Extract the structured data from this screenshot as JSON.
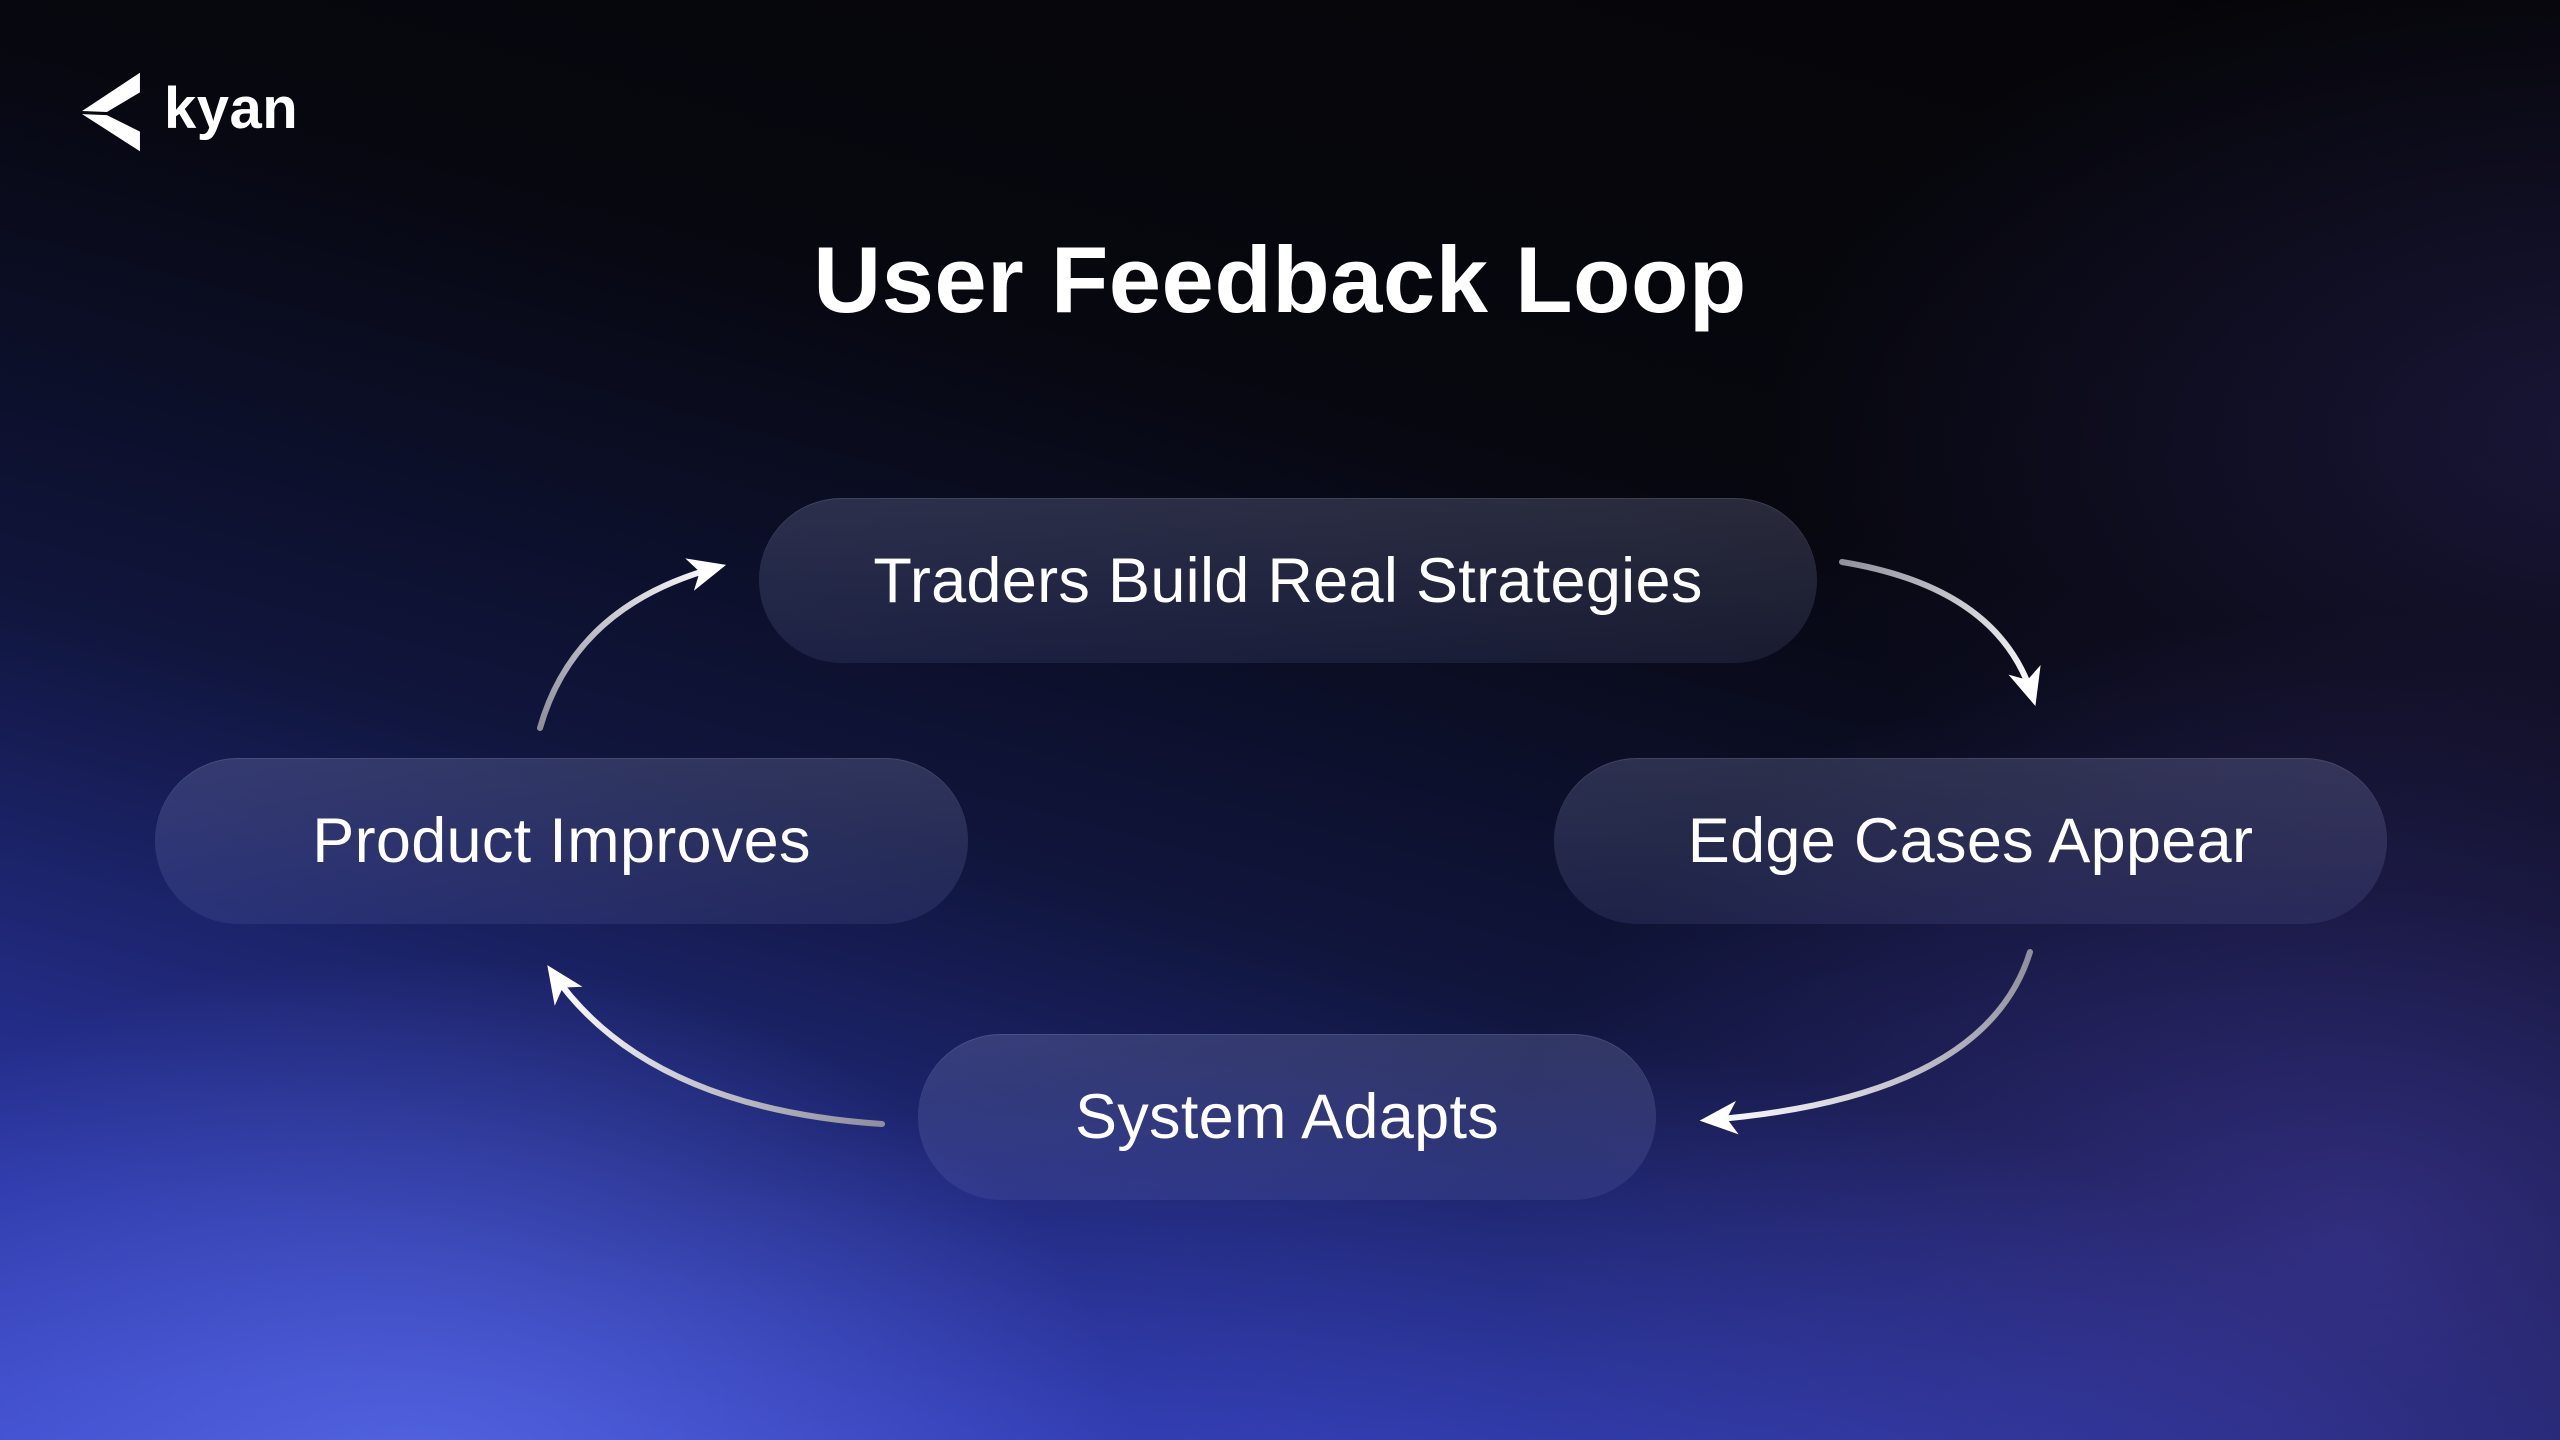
{
  "brand": {
    "name": "kyan"
  },
  "title": "User Feedback Loop",
  "diagram": {
    "type": "cycle",
    "direction": "clockwise",
    "nodes": [
      {
        "id": "traders-build-real-strategies",
        "label": "Traders Build Real Strategies",
        "position": "top"
      },
      {
        "id": "edge-cases-appear",
        "label": "Edge Cases Appear",
        "position": "right"
      },
      {
        "id": "system-adapts",
        "label": "System Adapts",
        "position": "bottom"
      },
      {
        "id": "product-improves",
        "label": "Product Improves",
        "position": "left"
      }
    ],
    "edges": [
      {
        "from": "traders-build-real-strategies",
        "to": "edge-cases-appear"
      },
      {
        "from": "edge-cases-appear",
        "to": "system-adapts"
      },
      {
        "from": "system-adapts",
        "to": "product-improves"
      },
      {
        "from": "product-improves",
        "to": "traders-build-real-strategies"
      }
    ]
  },
  "colors": {
    "background_top": "#060609",
    "background_bottom_glow": "#4a58ee",
    "node_fill": "rgba(165,175,235,0.15)",
    "text": "#ffffff",
    "arrow_tail": "#8f8f9c",
    "arrow_head": "#ffffff"
  }
}
